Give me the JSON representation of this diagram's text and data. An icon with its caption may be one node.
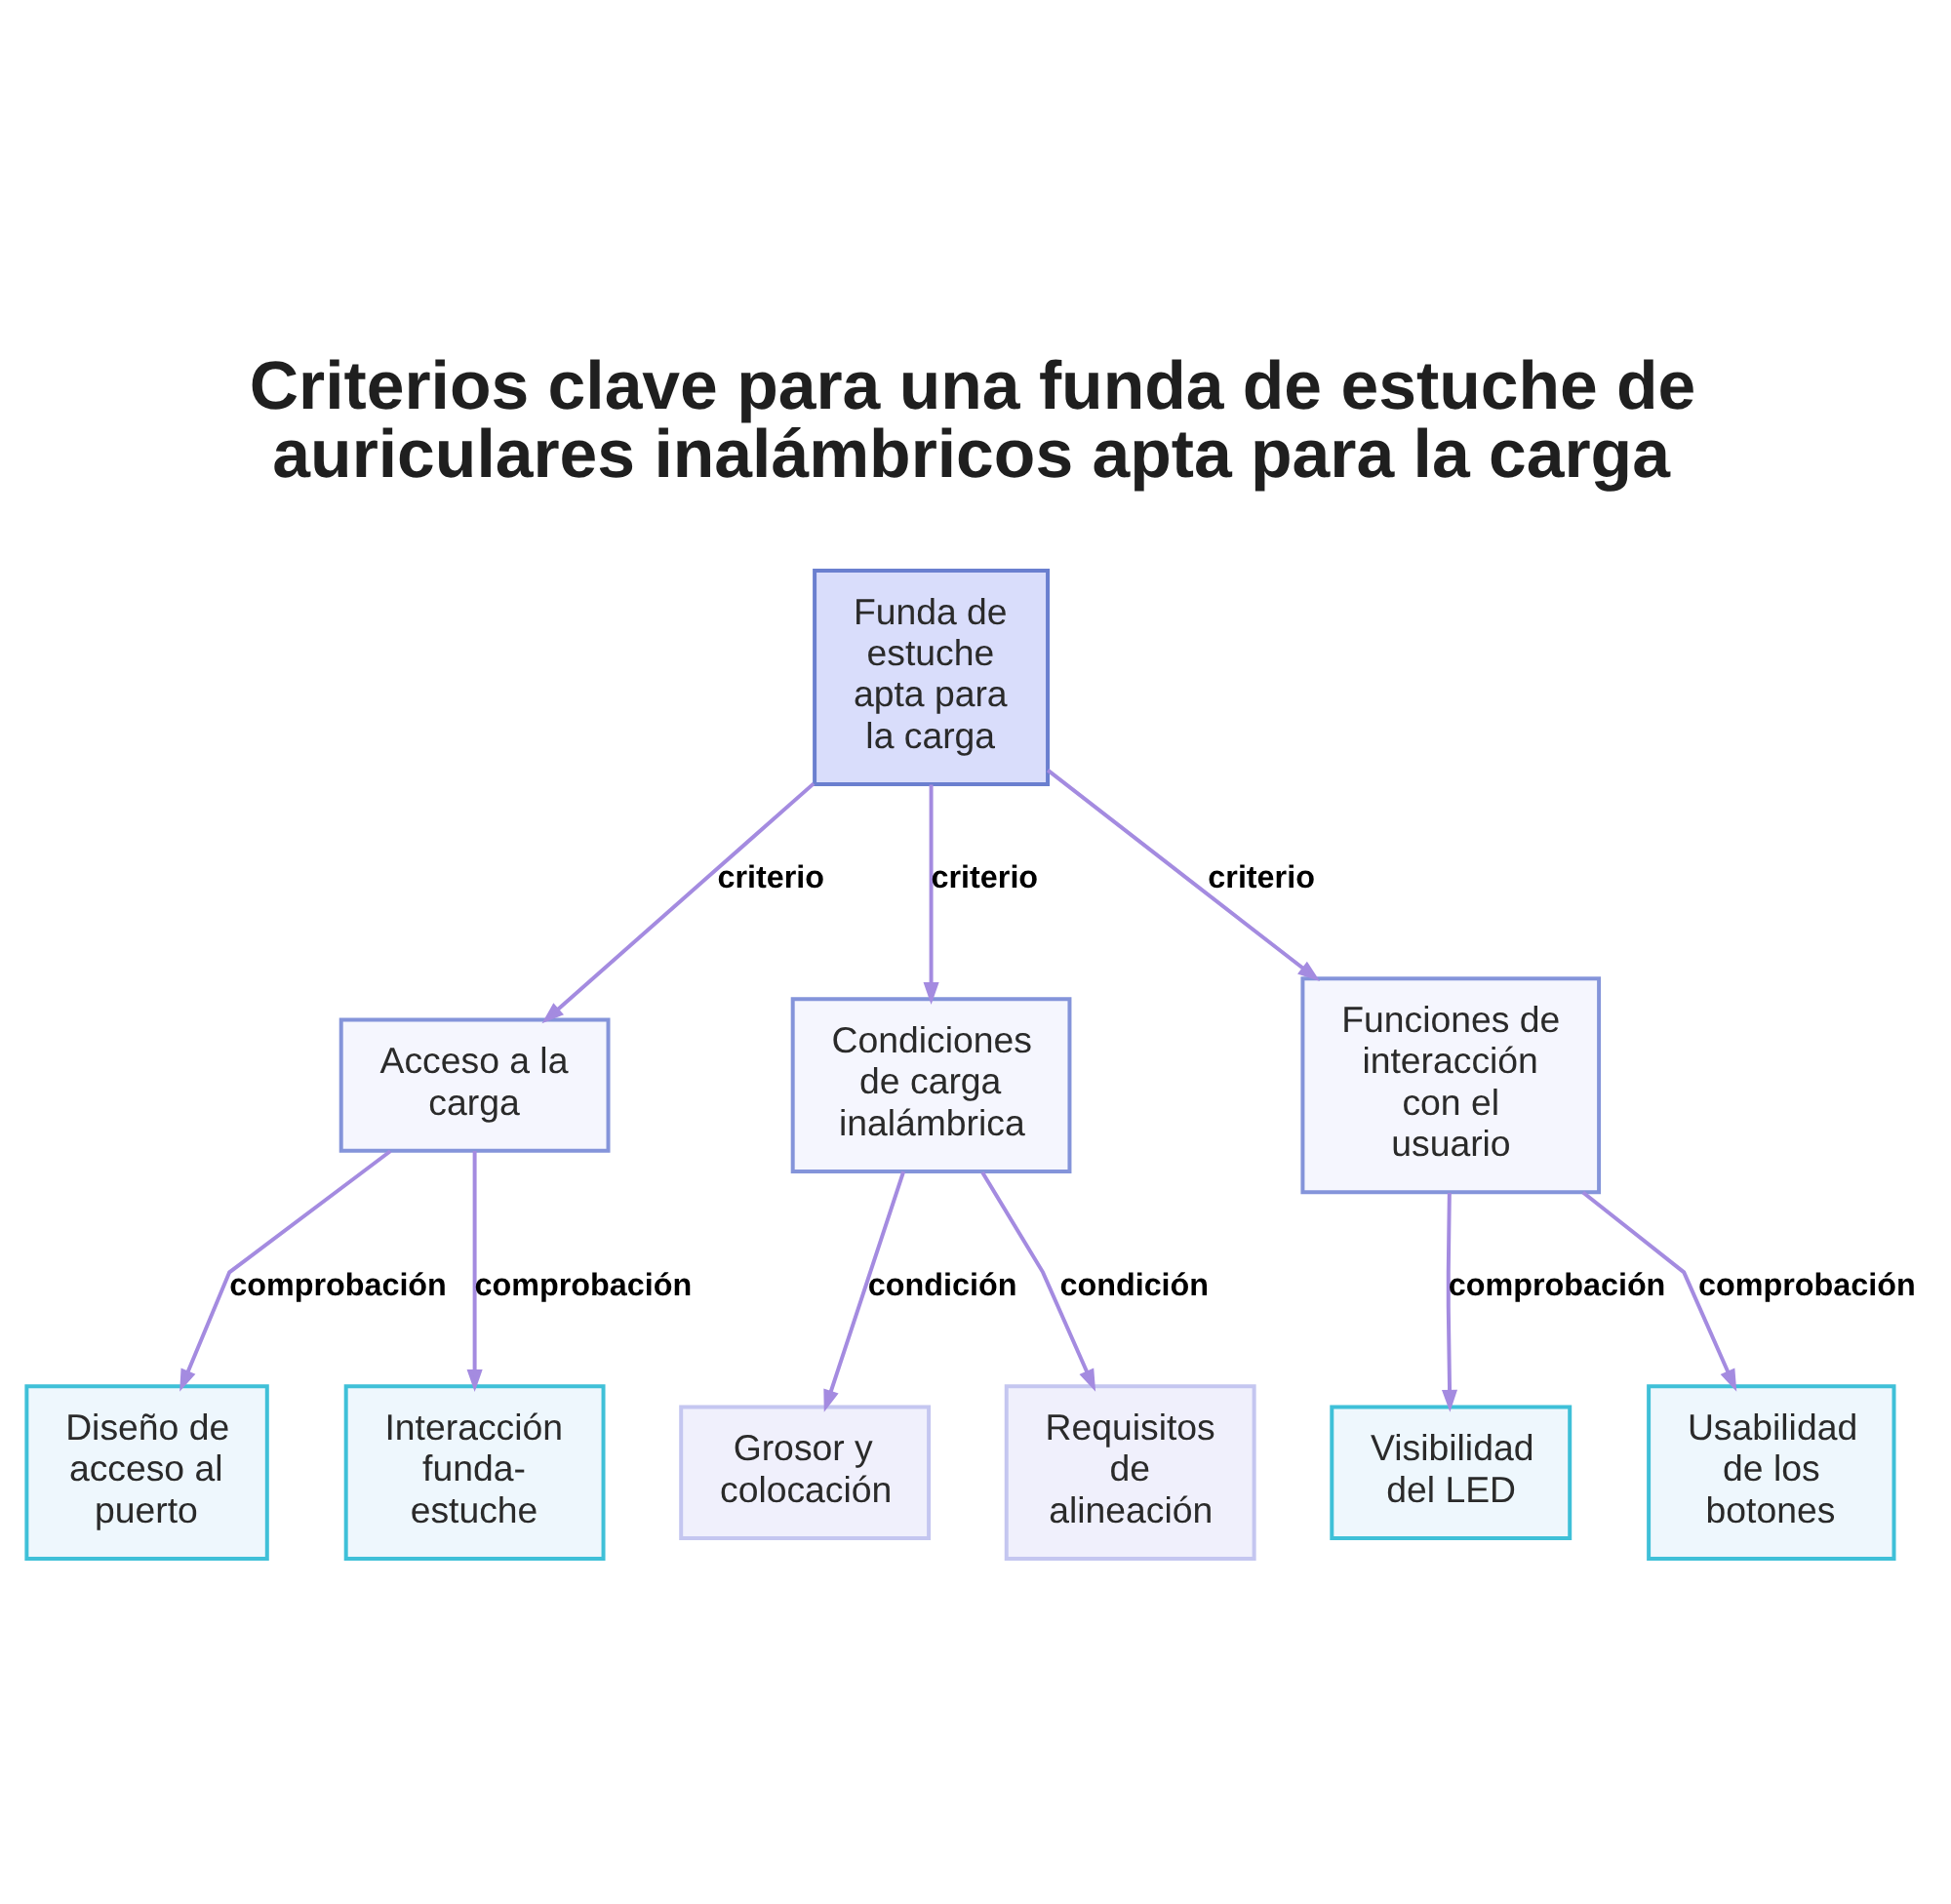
{
  "diagram": {
    "title": "Criterios clave para una funda de estuche de auriculares inalámbricos apta para la carga",
    "nodes": [
      {
        "text": [
          "Funda de estuche apta para la carga"
        ]
      },
      {
        "text": [
          "Acceso a la carga"
        ]
      },
      {
        "text": [
          "Condiciones de carga inalámbrica"
        ]
      },
      {
        "text": [
          "Funciones de interacción con el usuario"
        ]
      },
      {
        "text": [
          "Diseño de acceso al puerto"
        ]
      },
      {
        "text": [
          "Interacción funda-estuche"
        ]
      },
      {
        "text": [
          "Grosor y colocación"
        ]
      },
      {
        "text": [
          "Requisitos de alineación"
        ]
      },
      {
        "text": [
          "Visibilidad del LED"
        ]
      },
      {
        "text": [
          "Usabilidad de los botones"
        ]
      }
    ],
    "edges": [
      {
        "from": 0,
        "to": 1,
        "arrow": "to",
        "label": "criterio"
      },
      {
        "from": 0,
        "to": 2,
        "arrow": "to",
        "label": "criterio"
      },
      {
        "from": 0,
        "to": 3,
        "arrow": "to",
        "label": "criterio"
      },
      {
        "from": 1,
        "to": 4,
        "arrow": "to",
        "label": "comprobación"
      },
      {
        "from": 1,
        "to": 5,
        "arrow": "to",
        "label": "comprobación"
      },
      {
        "from": 2,
        "to": 6,
        "arrow": "to",
        "label": "condición"
      },
      {
        "from": 2,
        "to": 7,
        "arrow": "to",
        "label": "condición"
      },
      {
        "from": 3,
        "to": 8,
        "arrow": "to",
        "label": "comprobación"
      },
      {
        "from": 3,
        "to": 9,
        "arrow": "to",
        "label": "comprobación"
      }
    ]
  }
}
